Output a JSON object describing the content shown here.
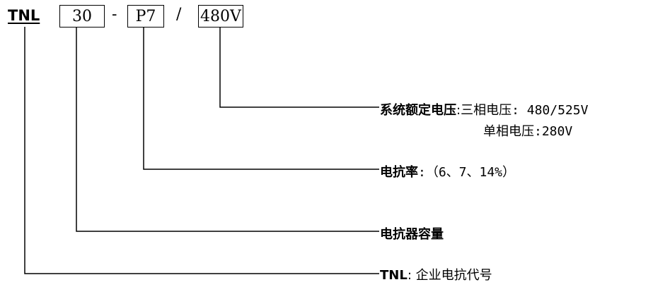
{
  "model": {
    "prefix": "TNL",
    "capacity": "30",
    "dash": "-",
    "reactance": "P7",
    "slash": "/",
    "voltage": "480V"
  },
  "legend": {
    "voltage": {
      "title": "系统额定电压",
      "sep": ":",
      "three_phase": "三相电压: 480/525V",
      "single_phase": "单相电压:280V"
    },
    "reactance": {
      "title": "电抗率",
      "value": ":（6、7、14%）"
    },
    "capacity": {
      "title": "电抗器容量"
    },
    "prefix": {
      "title": "TNL",
      "value": ": 企业电抗代号"
    }
  }
}
